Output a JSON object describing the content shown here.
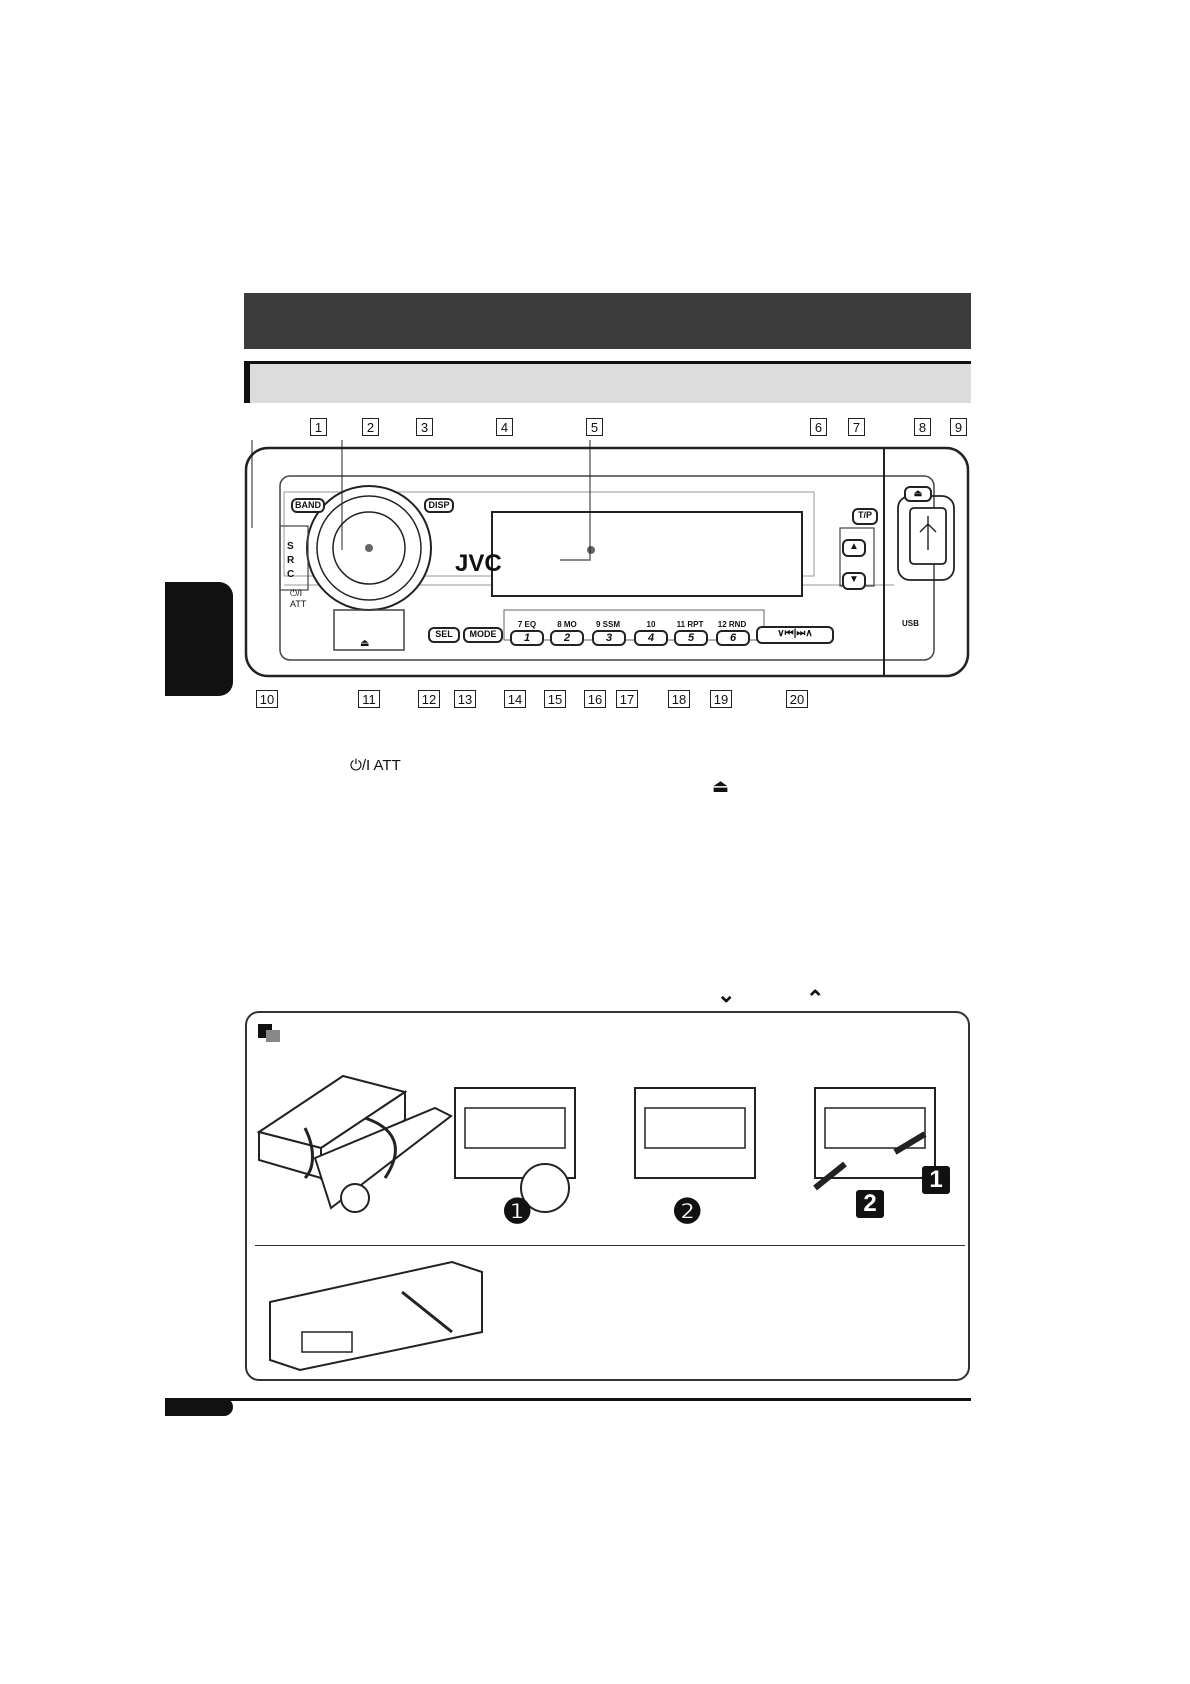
{
  "header": {
    "title": "",
    "subtitle": ""
  },
  "faceplate": {
    "brand": "JVC",
    "buttons": {
      "band": "BAND",
      "disp": "DISP",
      "src": [
        "S",
        "R",
        "C"
      ],
      "power_att": "⏻/I\nATT",
      "sel": "SEL",
      "mode": "MODE",
      "tp": "T/P",
      "usb": "USB",
      "presets": [
        {
          "num": "1",
          "top": "7  EQ"
        },
        {
          "num": "2",
          "top": "8  MO"
        },
        {
          "num": "3",
          "top": "9  SSM"
        },
        {
          "num": "4",
          "top": "10"
        },
        {
          "num": "5",
          "top": "11  RPT"
        },
        {
          "num": "6",
          "top": "12  RND"
        }
      ],
      "skip": "∨⏮|⏭∧"
    },
    "callouts_top": [
      "1",
      "2",
      "3",
      "4",
      "5",
      "6",
      "7",
      "8",
      "9"
    ],
    "callouts_bottom": [
      "10",
      "11",
      "12",
      "13",
      "14",
      "15",
      "16",
      "17",
      "18",
      "19",
      "20"
    ]
  },
  "text_symbols": {
    "power_att": "⏻/I  ATT",
    "eject": "⏏",
    "down": "⌄",
    "up": "⌃"
  },
  "instructions": {
    "step_numbers": [
      "❶",
      "❷",
      "2",
      "1"
    ]
  },
  "colors": {
    "dark": "#3c3c3c",
    "light_bar": "#dcdcdc",
    "ink": "#111111"
  }
}
